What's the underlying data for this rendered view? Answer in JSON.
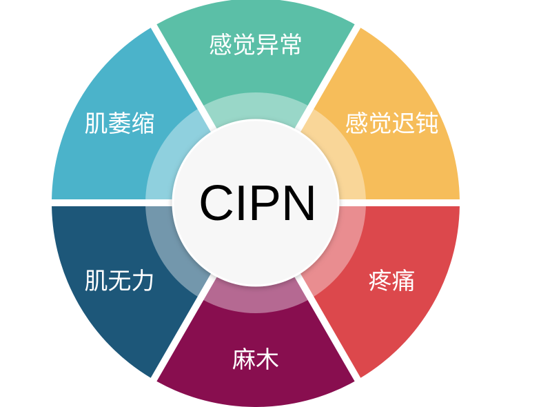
{
  "center": {
    "label": "CIPN"
  },
  "segments": [
    {
      "id": "sensory-abnormality",
      "label": "感觉异常",
      "color": "#5bbfa7"
    },
    {
      "id": "sensory-dullness",
      "label": "感觉迟钝",
      "color": "#f6bd5a"
    },
    {
      "id": "pain",
      "label": "疼痛",
      "color": "#dc484c"
    },
    {
      "id": "numbness",
      "label": "麻木",
      "color": "#880e4f"
    },
    {
      "id": "muscle-weakness",
      "label": "肌无力",
      "color": "#1d5779"
    },
    {
      "id": "muscle-atrophy",
      "label": "肌萎缩",
      "color": "#4bb3ca"
    }
  ]
}
